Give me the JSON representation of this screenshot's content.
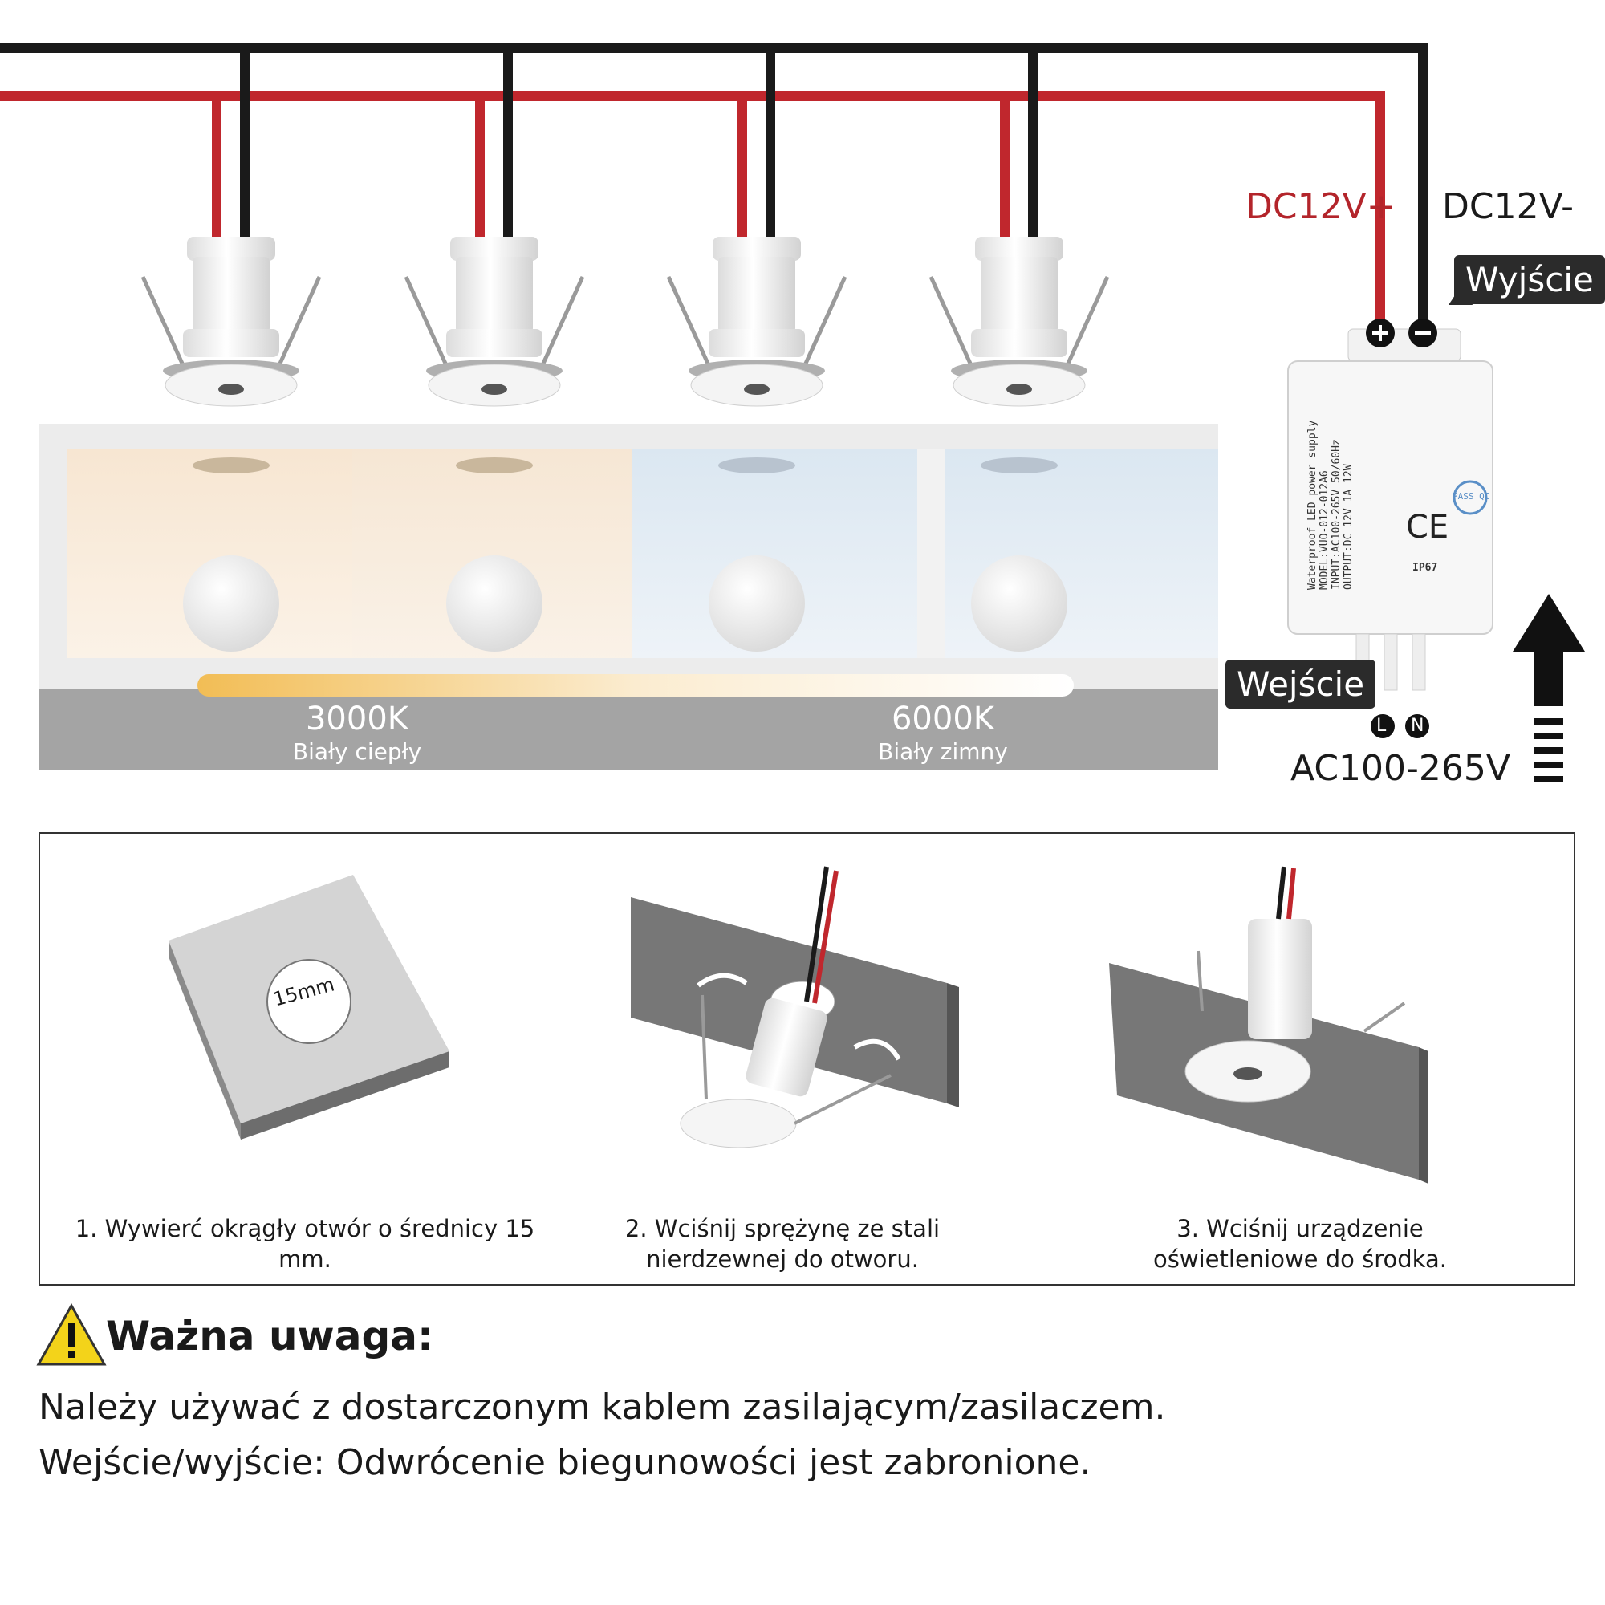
{
  "wiring": {
    "dc_plus_label": "DC12V+",
    "dc_minus_label": "DC12V-",
    "output_tag": "Wyjście",
    "input_tag": "Wejście",
    "ac_label": "AC100-265V",
    "l_label": "L",
    "n_label": "N",
    "colors": {
      "red_wire": "#c0272d",
      "black_wire": "#1a1a1a"
    }
  },
  "power_supply": {
    "lines": [
      "Waterproof LED power supply",
      "MODEL:VUO-012-012A6",
      "INPUT:AC100-265V  50/60Hz",
      "OUTPUT:DC 12V  1A  12W"
    ],
    "ip_rating": "IP67",
    "qc_badge": "PASS QC"
  },
  "color_scale": {
    "warm_value": "3000K",
    "warm_name": "Biały ciepły",
    "cool_value": "6000K",
    "cool_name": "Biały zimny",
    "colors": {
      "warm": "#f2c46a",
      "cool": "#ffffff",
      "bar_bg": "#a4a4a4"
    }
  },
  "installation": {
    "hole_size": "15mm",
    "steps": [
      {
        "caption": "1. Wywierć okrągły otwór o średnicy 15 mm."
      },
      {
        "caption": "2. Wciśnij sprężynę ze stali nierdzewnej do otworu."
      },
      {
        "caption": "3. Wciśnij urządzenie oświetleniowe do środka."
      }
    ]
  },
  "note": {
    "title": "Ważna uwaga:",
    "lines": [
      "Należy używać z dostarczonym kablem zasilającym/zasilaczem.",
      "Wejście/wyjście: Odwrócenie biegunowości jest zabronione."
    ]
  }
}
